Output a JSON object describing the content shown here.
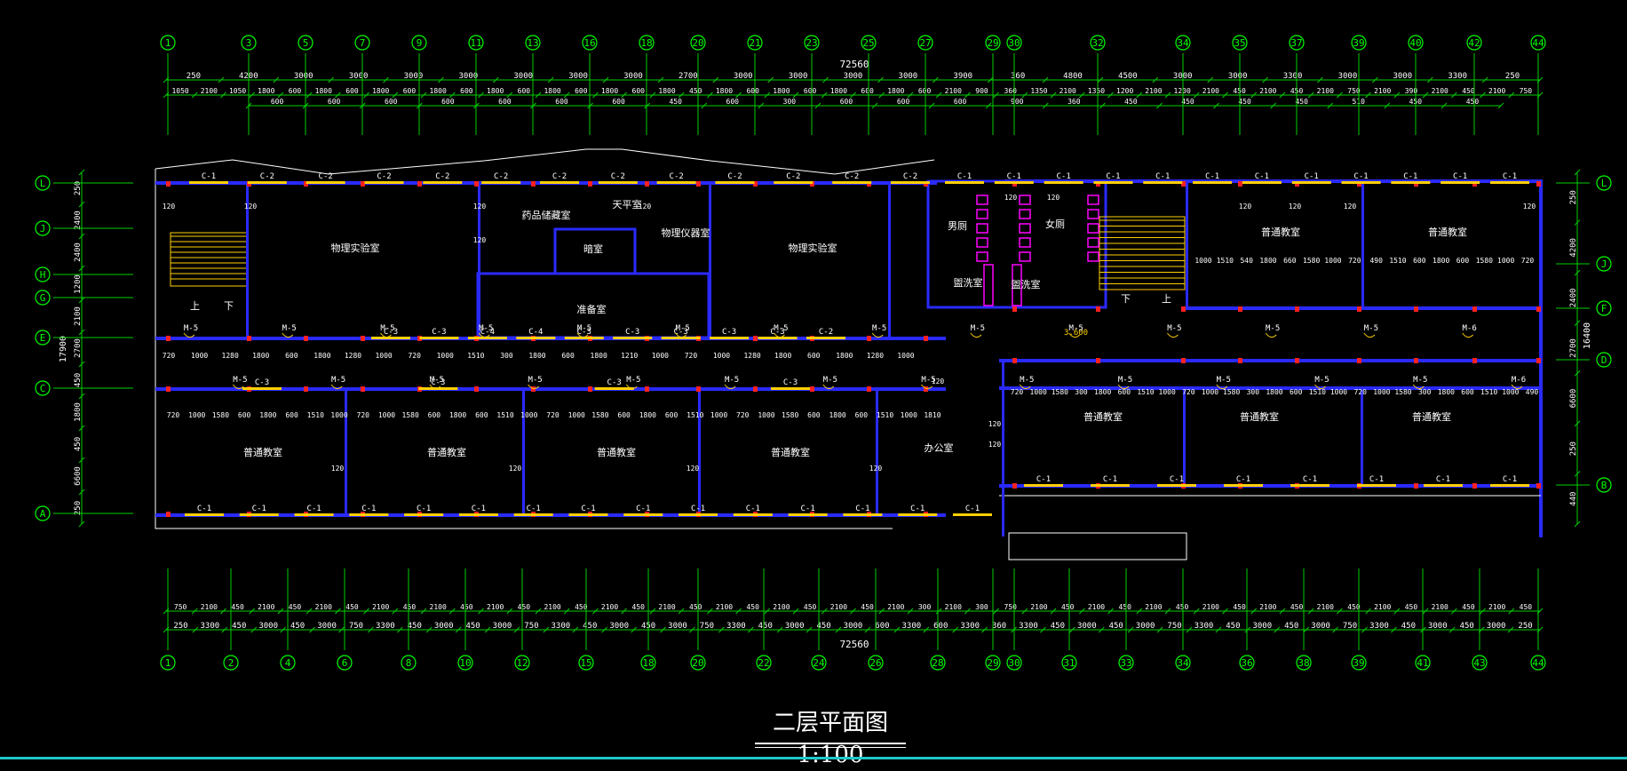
{
  "drawing": {
    "title": "二层平面图1:100",
    "colors": {
      "background": "#000000",
      "axis_line": "#00d000",
      "axis_bubble": "#00ff00",
      "dimension_text": "#ffffff",
      "wall": "#2a2aff",
      "column": "#ff2020",
      "window": "#ffd000",
      "stair": "#ffd000",
      "toilet": "#ff00ff",
      "accent_line": "#1fc6c6"
    },
    "total_length_top": "72560",
    "total_length_bottom": "72560",
    "total_depth_right": "16400",
    "total_depth_left": "17900"
  },
  "top_axes": [
    "1",
    "3",
    "5",
    "7",
    "9",
    "11",
    "13",
    "16",
    "18",
    "20",
    "21",
    "23",
    "25",
    "27",
    "29",
    "30",
    "32",
    "34",
    "35",
    "37",
    "39",
    "40",
    "42",
    "44"
  ],
  "bottom_axes": [
    "1",
    "2",
    "4",
    "6",
    "8",
    "10",
    "12",
    "15",
    "18",
    "20",
    "22",
    "24",
    "26",
    "28",
    "29",
    "30",
    "31",
    "33",
    "34",
    "36",
    "38",
    "39",
    "41",
    "43",
    "44"
  ],
  "left_axes": [
    "L",
    "J",
    "H",
    "G",
    "E",
    "C",
    "A"
  ],
  "right_axes": [
    "L",
    "J",
    "F",
    "D",
    "B"
  ],
  "top_dims_row1": [
    "250",
    "4200",
    "3000",
    "3000",
    "3000",
    "3000",
    "3000",
    "3000",
    "3000",
    "2700",
    "3000",
    "3000",
    "3000",
    "3000",
    "3900",
    "360",
    "4800",
    "4500",
    "3000",
    "3000",
    "3300",
    "3000",
    "3000",
    "3300",
    "250"
  ],
  "top_dims_row2": [
    "1050",
    "2100",
    "1050",
    "1800",
    "600",
    "1800",
    "600",
    "1800",
    "600",
    "1800",
    "600",
    "1800",
    "600",
    "1800",
    "600",
    "1800",
    "600",
    "1800",
    "450",
    "1800",
    "600",
    "1800",
    "600",
    "1800",
    "600",
    "1800",
    "600",
    "2100",
    "900",
    "360",
    "1350",
    "2100",
    "1350",
    "1200",
    "2100",
    "1200",
    "2100",
    "450",
    "2100",
    "450",
    "2100",
    "750",
    "2100",
    "390",
    "2100",
    "450",
    "2100",
    "750"
  ],
  "top_dims_row3": [
    "600",
    "600",
    "600",
    "600",
    "600",
    "600",
    "600",
    "450",
    "600",
    "300",
    "600",
    "600",
    "600",
    "900",
    "360",
    "450",
    "450",
    "450",
    "450",
    "510",
    "450",
    "450"
  ],
  "bottom_dims_row1": [
    "750",
    "2100",
    "450",
    "2100",
    "450",
    "2100",
    "450",
    "2100",
    "450",
    "2100",
    "450",
    "2100",
    "450",
    "2100",
    "450",
    "2100",
    "450",
    "2100",
    "450",
    "2100",
    "450",
    "2100",
    "450",
    "2100",
    "450",
    "2100",
    "300",
    "2100",
    "300",
    "750",
    "2100",
    "450",
    "2100",
    "450",
    "2100",
    "450",
    "2100",
    "450",
    "2100",
    "450",
    "2100",
    "450",
    "2100",
    "450",
    "2100",
    "450",
    "2100",
    "450"
  ],
  "bottom_dims_row2": [
    "250",
    "3300",
    "450",
    "3000",
    "450",
    "3000",
    "750",
    "3300",
    "450",
    "3000",
    "450",
    "3000",
    "750",
    "3300",
    "450",
    "3000",
    "450",
    "3000",
    "750",
    "3300",
    "450",
    "3000",
    "450",
    "3000",
    "600",
    "3300",
    "600",
    "3300",
    "360",
    "3300",
    "450",
    "3000",
    "450",
    "3000",
    "750",
    "3300",
    "450",
    "3000",
    "450",
    "3000",
    "750",
    "3300",
    "450",
    "3000",
    "450",
    "3000",
    "250"
  ],
  "left_dims": [
    "250",
    "2400",
    "2400",
    "1200",
    "2100",
    "2700",
    "450",
    "1800",
    "450",
    "6600",
    "250"
  ],
  "right_dims": [
    "250",
    "4200",
    "2400",
    "2700",
    "6600",
    "250",
    "440"
  ],
  "rooms": {
    "physics_lab_1": "物理实验室",
    "physics_lab_2": "物理实验室",
    "instrument_store": "药品储藏室",
    "prep_room": "准备室",
    "balance_room": "天平室",
    "darkroom": "暗室",
    "instrument_room": "物理仪器室",
    "toilet_m": "男厕",
    "toilet_f": "女厕",
    "wash_m": "盥洗室",
    "wash_f": "盥洗室",
    "classroom_ne1": "普通教室",
    "classroom_ne2": "普通教室",
    "classroom_s1": "普通教室",
    "classroom_s2": "普通教室",
    "classroom_s3": "普通教室",
    "classroom_s4": "普通教室",
    "office": "办公室",
    "classroom_e1": "普通教室",
    "classroom_e2": "普通教室",
    "classroom_e3": "普通教室",
    "stair_up": "上",
    "stair_down": "下",
    "stair2_up": "上",
    "stair2_down": "下",
    "level": "3.600"
  },
  "window_tags": {
    "north": [
      "C-1",
      "C-2",
      "C-2",
      "C-2",
      "C-2",
      "C-2",
      "C-2",
      "C-2",
      "C-2",
      "C-2",
      "C-2",
      "C-2",
      "C-2",
      "C-1",
      "C-1",
      "C-1",
      "C-1",
      "C-1",
      "C-1",
      "C-1",
      "C-1",
      "C-1",
      "C-1",
      "C-1",
      "C-1"
    ],
    "corridor_north": [
      "C-3",
      "C-3",
      "C-4",
      "C-4",
      "C-3",
      "C-3",
      "C-3",
      "C-3",
      "C-3",
      "C-2"
    ],
    "corridor_south": [
      "C-3",
      "C-3",
      "C-3",
      "C-3"
    ],
    "south": [
      "C-1",
      "C-1",
      "C-1",
      "C-1",
      "C-1",
      "C-1",
      "C-1",
      "C-1",
      "C-1",
      "C-1",
      "C-1",
      "C-1",
      "C-1",
      "C-1",
      "C-1",
      "C-1",
      "C-1",
      "C-1",
      "C-1",
      "C-1",
      "C-1",
      "C-1",
      "C-1"
    ]
  },
  "door_tags": [
    "M-5",
    "M-5",
    "M-5",
    "M-5",
    "M-5",
    "M-5",
    "M-5",
    "M-5",
    "M-5",
    "M-5",
    "M-5",
    "M-5",
    "M-5",
    "M-5",
    "M-5",
    "M-5",
    "M-5",
    "M-5",
    "M-5",
    "M-5",
    "M-5",
    "M-5",
    "M-5",
    "M-5",
    "M-5",
    "M-5",
    "M-6",
    "M-6"
  ],
  "wall_thickness": "120",
  "corridor_dims_west": [
    "720",
    "1000",
    "1280",
    "1800",
    "600",
    "1800",
    "1280",
    "1000",
    "720",
    "1000",
    "1510",
    "300",
    "1800",
    "600",
    "1800",
    "1210",
    "1000",
    "720",
    "1000",
    "1280",
    "1800",
    "600",
    "1800",
    "1280",
    "1000"
  ],
  "classroom_dims_row": [
    "720",
    "1000",
    "1580",
    "600",
    "1800",
    "600",
    "1510",
    "1000",
    "720",
    "1000",
    "1580",
    "600",
    "1800",
    "600",
    "1510",
    "1000",
    "720",
    "1000",
    "1580",
    "600",
    "1800",
    "600",
    "1510",
    "1000",
    "720",
    "1000",
    "1580",
    "600",
    "1800",
    "600",
    "1510",
    "1000",
    "1810"
  ],
  "east_dims_row": [
    "720",
    "1000",
    "1580",
    "300",
    "1800",
    "600",
    "1510",
    "1000",
    "720",
    "1000",
    "1580",
    "300",
    "1800",
    "600",
    "1510",
    "1000",
    "720",
    "1000",
    "1580",
    "300",
    "1800",
    "600",
    "1510",
    "1000",
    "490"
  ],
  "ne_dims_row": [
    "1000",
    "1510",
    "540",
    "1800",
    "660",
    "1580",
    "1000",
    "720",
    "490",
    "1510",
    "600",
    "1800",
    "600",
    "1580",
    "1000",
    "720"
  ]
}
